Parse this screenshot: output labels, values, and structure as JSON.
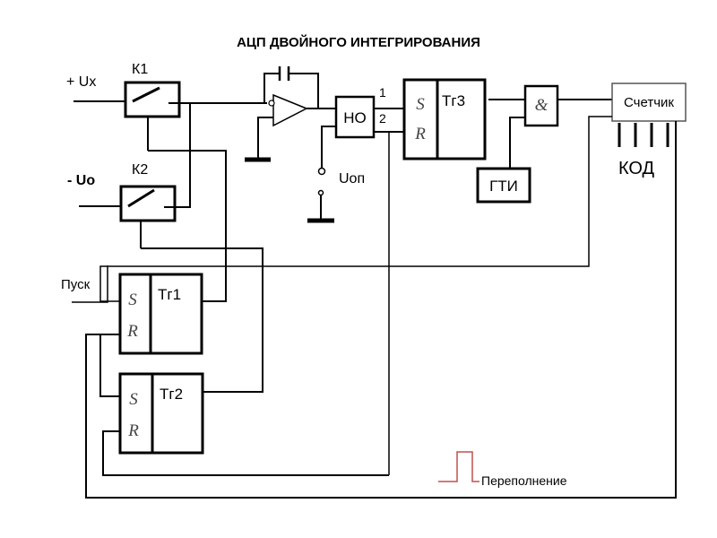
{
  "title": "АЦП ДВОЙНОГО ИНТЕГРИРОВАНИЯ",
  "inputs": {
    "ux": "+ Ux",
    "uo": "-  Uo",
    "start": "Пуск",
    "uref": "Uоп"
  },
  "blocks": {
    "k1": "К1",
    "k2": "К2",
    "ho": "НО",
    "ho_out1": "1",
    "ho_out2": "2",
    "tg1": "Тг1",
    "tg2": "Тг2",
    "tg3": "Тг3",
    "s": "S",
    "r": "R",
    "and": "&",
    "gti": "ГТИ",
    "counter": "Счетчик",
    "code": "КОД"
  },
  "legend": {
    "overflow": "Переполнение",
    "overflow_color": "#c0504d"
  }
}
